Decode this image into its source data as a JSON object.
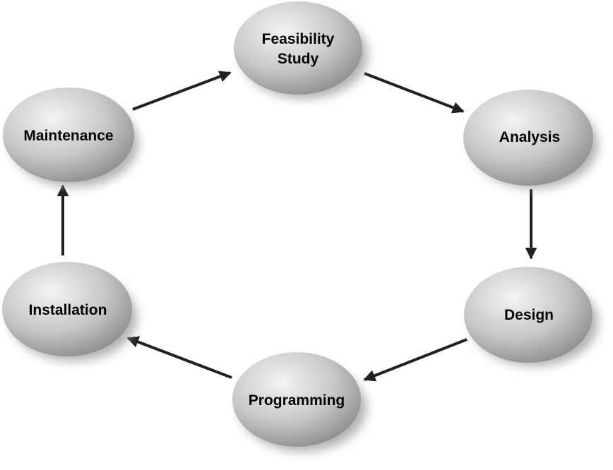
{
  "diagram": {
    "type": "cycle",
    "nodes": [
      {
        "id": "feasibility",
        "label_lines": [
          "Feasibility",
          "Study"
        ]
      },
      {
        "id": "analysis",
        "label_lines": [
          "Analysis"
        ]
      },
      {
        "id": "design",
        "label_lines": [
          "Design"
        ]
      },
      {
        "id": "programming",
        "label_lines": [
          "Programming"
        ]
      },
      {
        "id": "installation",
        "label_lines": [
          "Installation"
        ]
      },
      {
        "id": "maintenance",
        "label_lines": [
          "Maintenance"
        ]
      }
    ],
    "edges": [
      {
        "from": "feasibility",
        "to": "analysis"
      },
      {
        "from": "analysis",
        "to": "design"
      },
      {
        "from": "design",
        "to": "programming"
      },
      {
        "from": "programming",
        "to": "installation"
      },
      {
        "from": "installation",
        "to": "maintenance"
      },
      {
        "from": "maintenance",
        "to": "feasibility"
      }
    ],
    "colors": {
      "node_light": "#f4f4f4",
      "node_mid": "#c8c8c8",
      "node_dark": "#8a8a8a",
      "shadow": "#9a9a9a",
      "arrow": "#231f20",
      "text": "#000000"
    }
  }
}
